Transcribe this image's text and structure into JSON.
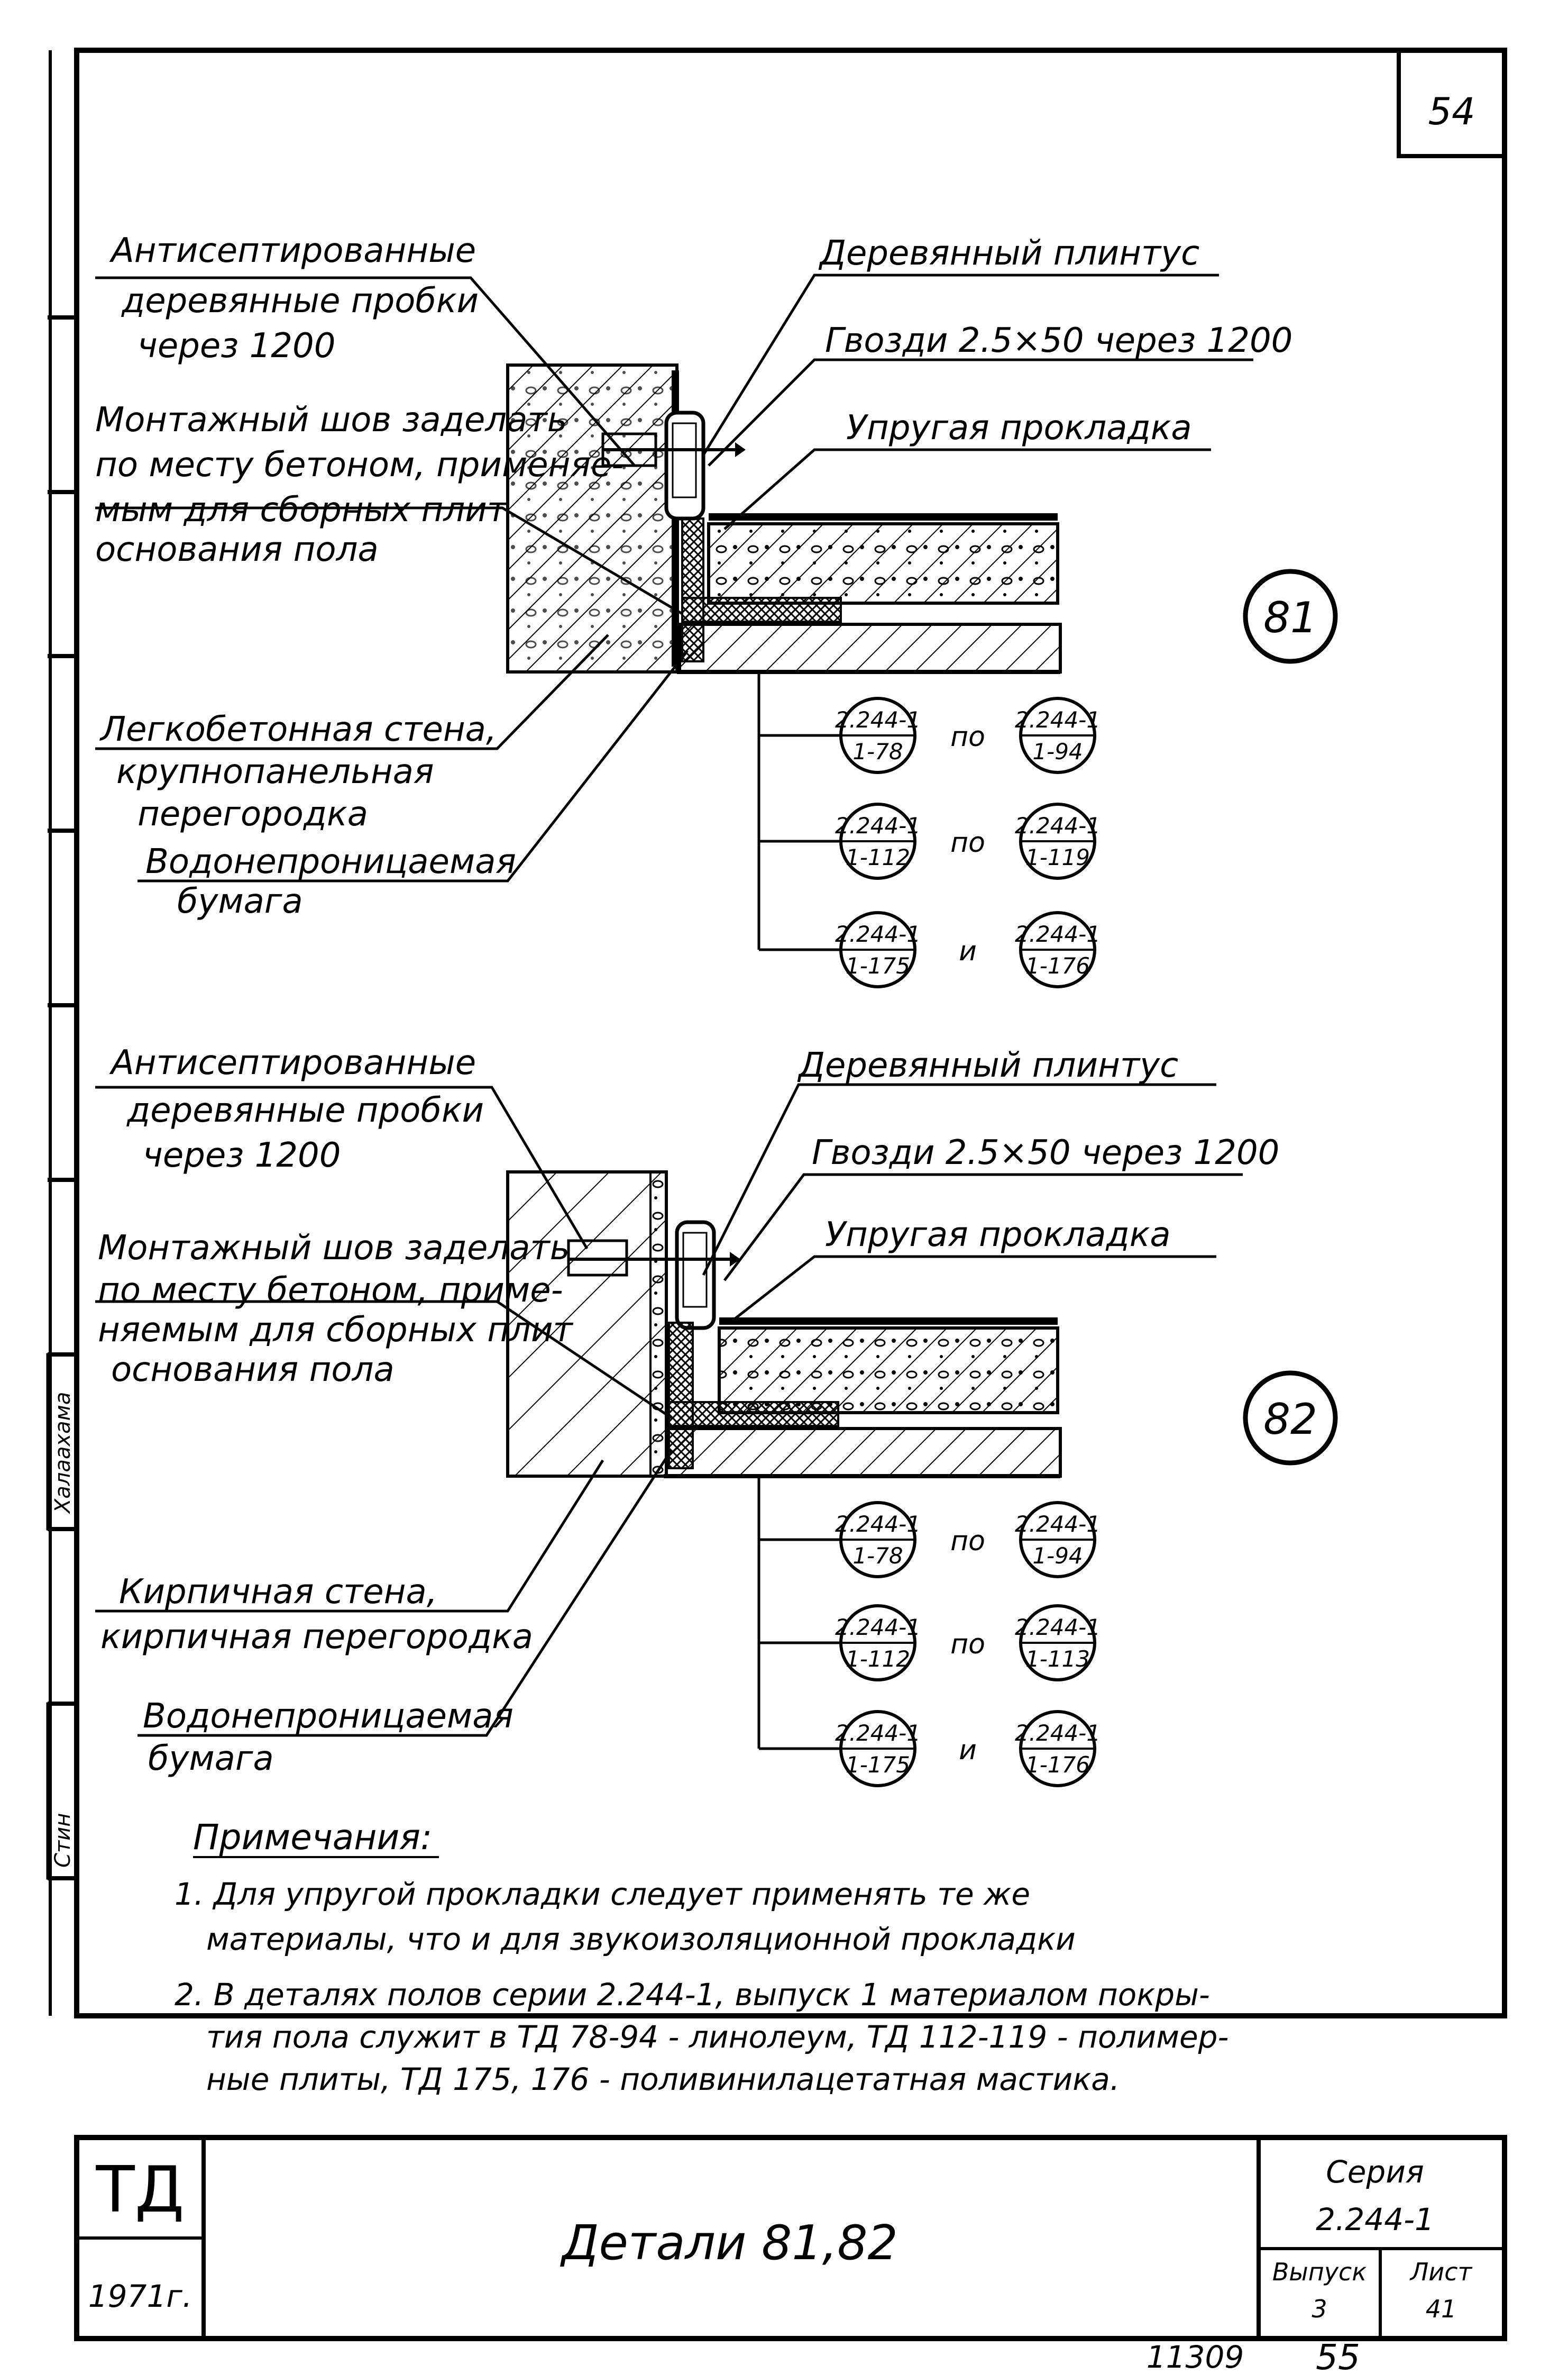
{
  "sheet": {
    "top_number": "54",
    "bottom_left": "11309",
    "bottom_right": "55"
  },
  "details": [
    {
      "number": "81",
      "labels": {
        "plugs_1": "Антисептированные",
        "plugs_2": "деревянные пробки",
        "plugs_3": "через 1200",
        "joint_1": "Монтажный шов заделать",
        "joint_2": "по месту бетоном, применяе-",
        "joint_3": "мым для сборных плит",
        "joint_4": "основания пола",
        "wall_1": "Легкобетонная стена,",
        "wall_2": "крупнопанельная",
        "wall_3": "перегородка",
        "paper_1": "Водонепроницаемая",
        "paper_2": "бумага",
        "plinth": "Деревянный плинтус",
        "nails": "Гвозди 2.5×50 через 1200",
        "gasket": "Упругая прокладка"
      },
      "refs": [
        {
          "left_top": "2.244-1",
          "left_bottom": "1-78",
          "conn": "по",
          "right_top": "2.244-1",
          "right_bottom": "1-94"
        },
        {
          "left_top": "2.244-1",
          "left_bottom": "1-112",
          "conn": "по",
          "right_top": "2.244-1",
          "right_bottom": "1-119"
        },
        {
          "left_top": "2.244-1",
          "left_bottom": "1-175",
          "conn": "и",
          "right_top": "2.244-1",
          "right_bottom": "1-176"
        }
      ]
    },
    {
      "number": "82",
      "labels": {
        "plugs_1": "Антисептированные",
        "plugs_2": "деревянные пробки",
        "plugs_3": "через 1200",
        "joint_1": "Монтажный шов заделать",
        "joint_2": "по месту бетоном, приме-",
        "joint_3": "няемым для сборных плит",
        "joint_4": "основания пола",
        "wall_1": "Кирпичная стена,",
        "wall_2": "кирпичная перегородка",
        "paper_1": "Водонепроницаемая",
        "paper_2": "бумага",
        "plinth": "Деревянный плинтус",
        "nails": "Гвозди 2.5×50 через 1200",
        "gasket": "Упругая прокладка"
      },
      "refs": [
        {
          "left_top": "2.244-1",
          "left_bottom": "1-78",
          "conn": "по",
          "right_top": "2.244-1",
          "right_bottom": "1-94"
        },
        {
          "left_top": "2.244-1",
          "left_bottom": "1-112",
          "conn": "по",
          "right_top": "2.244-1",
          "right_bottom": "1-113"
        },
        {
          "left_top": "2.244-1",
          "left_bottom": "1-175",
          "conn": "и",
          "right_top": "2.244-1",
          "right_bottom": "1-176"
        }
      ]
    }
  ],
  "notes": {
    "heading": "Примечания:",
    "n1_l1": "1. Для упругой прокладки следует применять те же",
    "n1_l2": "материалы, что и для звукоизоляционной прокладки",
    "n2_l1": "2. В деталях полов серии 2.244-1, выпуск 1 материалом покры-",
    "n2_l2": "тия пола служит в ТД 78-94 - линолеум, ТД 112-119 - полимер-",
    "n2_l3": "ные плиты, ТД 175, 176 - поливинилацетатная мастика."
  },
  "title_block": {
    "org": "ТД",
    "year": "1971г.",
    "title": "Детали 81,82",
    "series_label": "Серия",
    "series_value": "2.244-1",
    "issue_label": "Выпуск",
    "issue_value": "3",
    "sheet_label": "Лист",
    "sheet_value": "41"
  },
  "margin_stamps": {
    "stamp_1": "Халаахама",
    "stamp_2": "Стин"
  }
}
